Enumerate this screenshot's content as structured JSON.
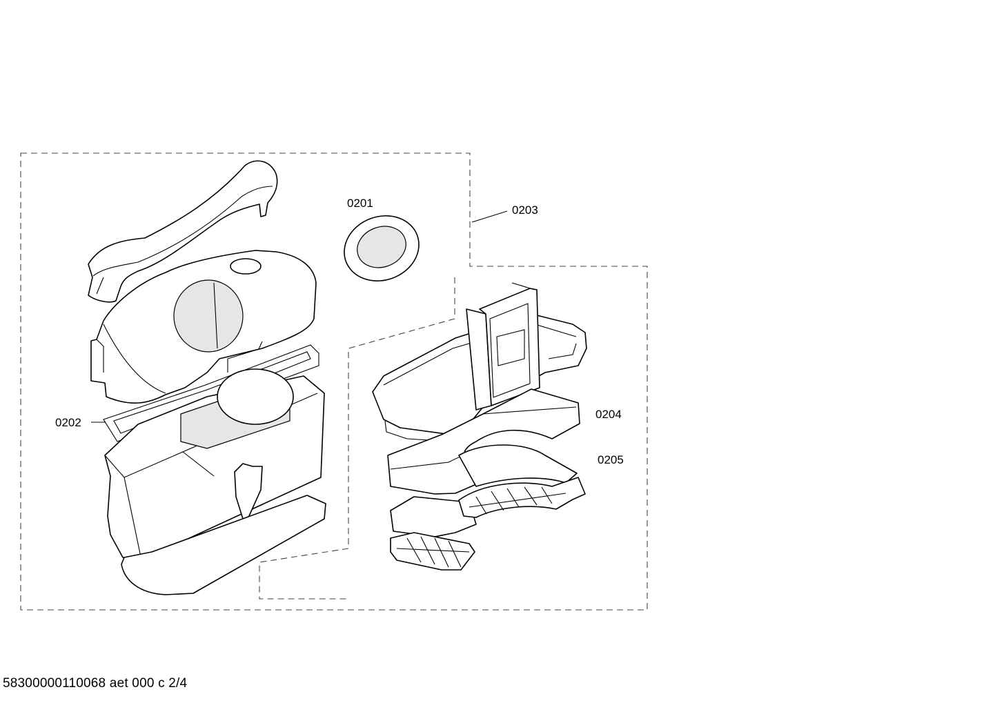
{
  "diagram": {
    "labels": {
      "p0201": "0201",
      "p0202": "0202",
      "p0203": "0203",
      "p0204": "0204",
      "p0205": "0205"
    }
  },
  "footer": {
    "code": "58300000110068 aet 000 c 2/4"
  },
  "colors": {
    "line": "#000000",
    "background": "#ffffff",
    "shade": "#e6e6e6"
  }
}
